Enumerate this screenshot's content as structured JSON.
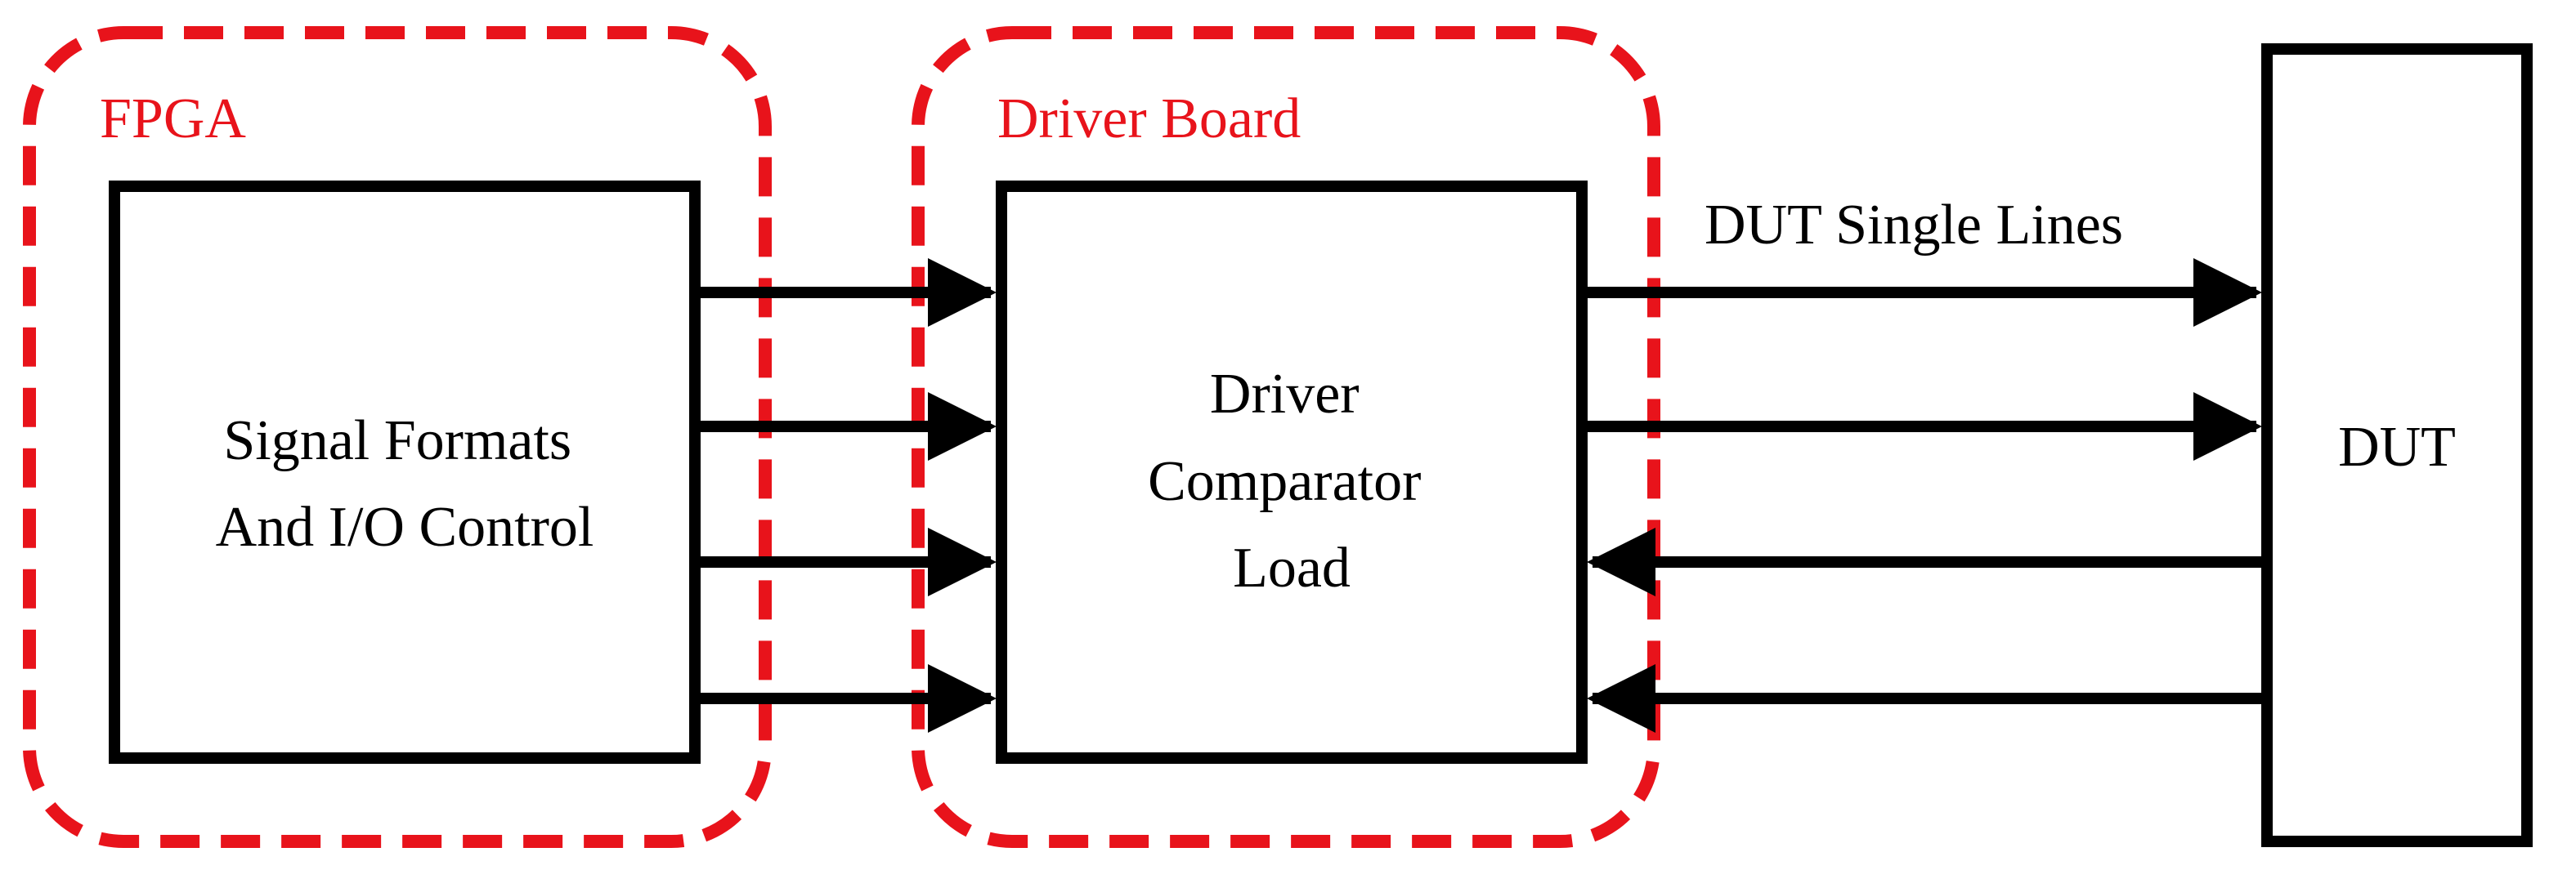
{
  "groups": {
    "fpga": {
      "label": "FPGA"
    },
    "driver_board": {
      "label": "Driver Board"
    }
  },
  "blocks": {
    "fpga_block": {
      "lines": [
        "Signal Formats",
        "And I/O Control"
      ]
    },
    "driver_block": {
      "lines": [
        "Driver",
        "Comparator",
        "Load"
      ]
    },
    "dut_block": {
      "lines": [
        "DUT"
      ]
    }
  },
  "connections": {
    "dut_lines_label": "DUT Single Lines"
  },
  "colors": {
    "group_outline": "#e8131b",
    "block_outline": "#000000",
    "arrow": "#000000"
  }
}
